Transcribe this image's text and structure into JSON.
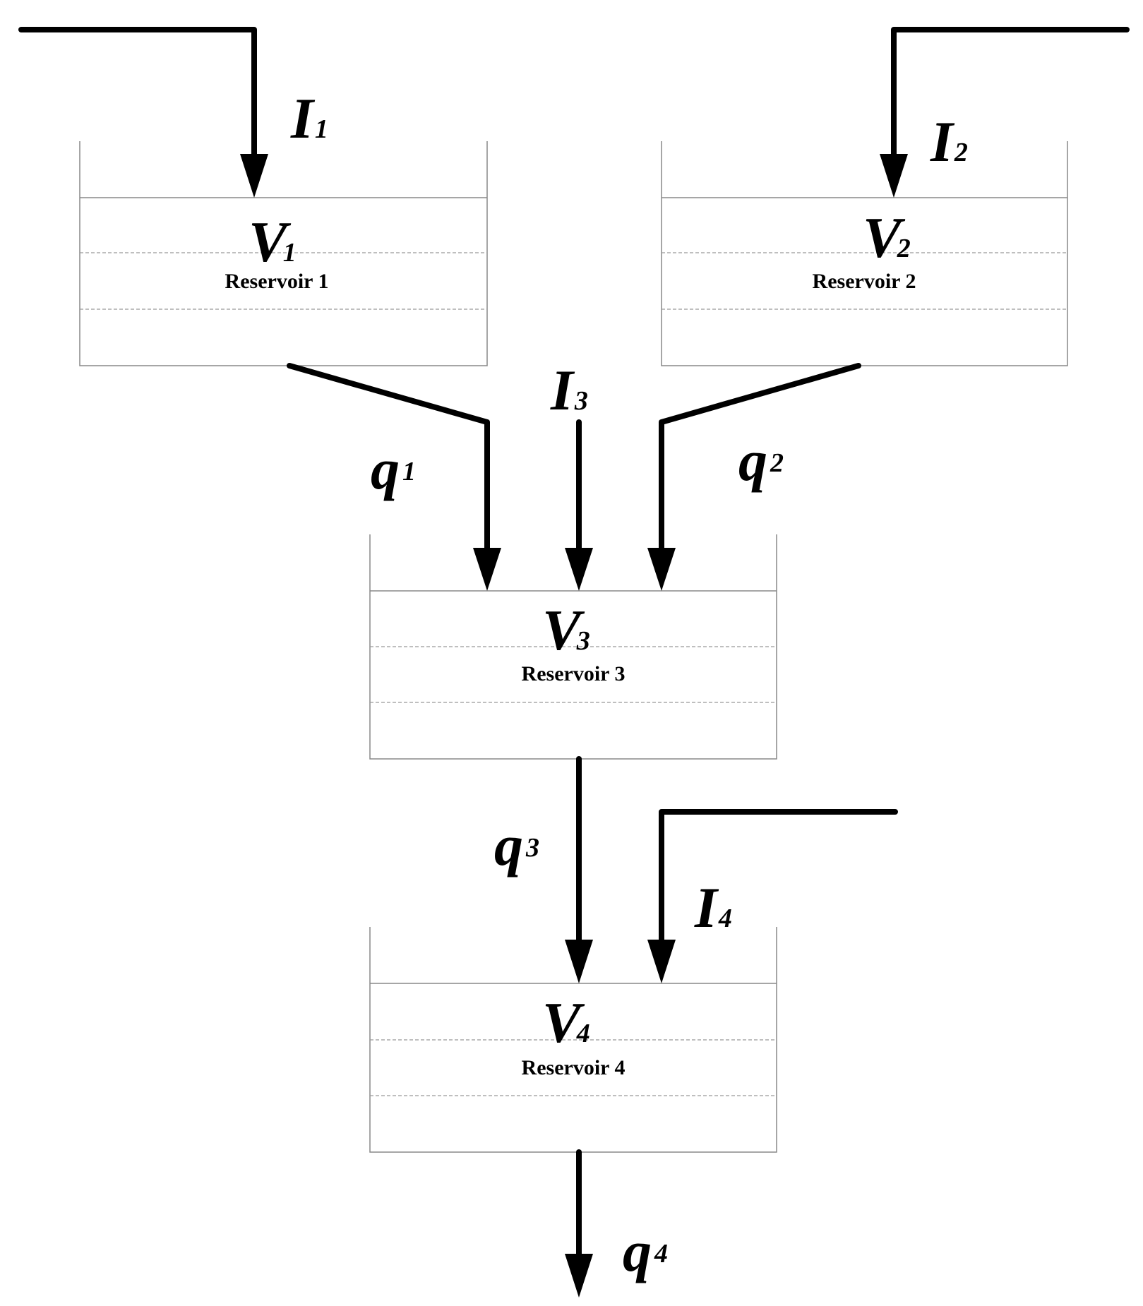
{
  "reservoirs": [
    {
      "name": "Reservoir 1",
      "symbol": "V",
      "subscript": "1"
    },
    {
      "name": "Reservoir 2",
      "symbol": "V",
      "subscript": "2"
    },
    {
      "name": "Reservoir 3",
      "symbol": "V",
      "subscript": "3"
    },
    {
      "name": "Reservoir 4",
      "symbol": "V",
      "subscript": "4"
    }
  ],
  "inflows": [
    {
      "symbol": "I",
      "subscript": "1"
    },
    {
      "symbol": "I",
      "subscript": "2"
    },
    {
      "symbol": "I",
      "subscript": "3"
    },
    {
      "symbol": "I",
      "subscript": "4"
    }
  ],
  "outflows": [
    {
      "symbol": "q",
      "subscript": "1"
    },
    {
      "symbol": "q",
      "subscript": "2"
    },
    {
      "symbol": "q",
      "subscript": "3"
    },
    {
      "symbol": "q",
      "subscript": "4"
    }
  ]
}
